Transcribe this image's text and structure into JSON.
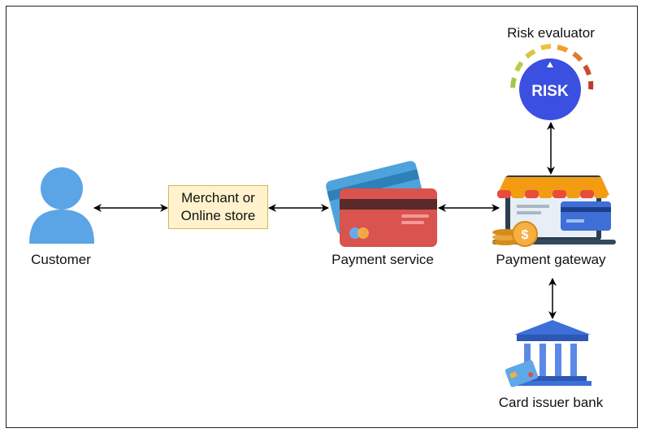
{
  "diagram": {
    "nodes": {
      "customer": {
        "label": "Customer"
      },
      "merchant": {
        "line1": "Merchant or",
        "line2": "Online store"
      },
      "payment_service": {
        "label": "Payment service"
      },
      "payment_gateway": {
        "label": "Payment gateway"
      },
      "risk_evaluator": {
        "label": "Risk evaluator",
        "badge": "RISK"
      },
      "card_issuer_bank": {
        "label": "Card issuer bank"
      }
    },
    "edges": [
      {
        "from": "customer",
        "to": "merchant",
        "direction": "both"
      },
      {
        "from": "merchant",
        "to": "payment_service",
        "direction": "both"
      },
      {
        "from": "payment_service",
        "to": "payment_gateway",
        "direction": "both"
      },
      {
        "from": "payment_gateway",
        "to": "risk_evaluator",
        "direction": "both"
      },
      {
        "from": "payment_gateway",
        "to": "card_issuer_bank",
        "direction": "both"
      }
    ],
    "colors": {
      "user_blue": "#5ba4e6",
      "merchant_fill": "#fff2cc",
      "merchant_border": "#d6b656",
      "card_red": "#d9534f",
      "card_blue": "#4fa3dc",
      "risk_blue": "#3b4fe0",
      "bank_blue": "#3e6fd6"
    }
  }
}
